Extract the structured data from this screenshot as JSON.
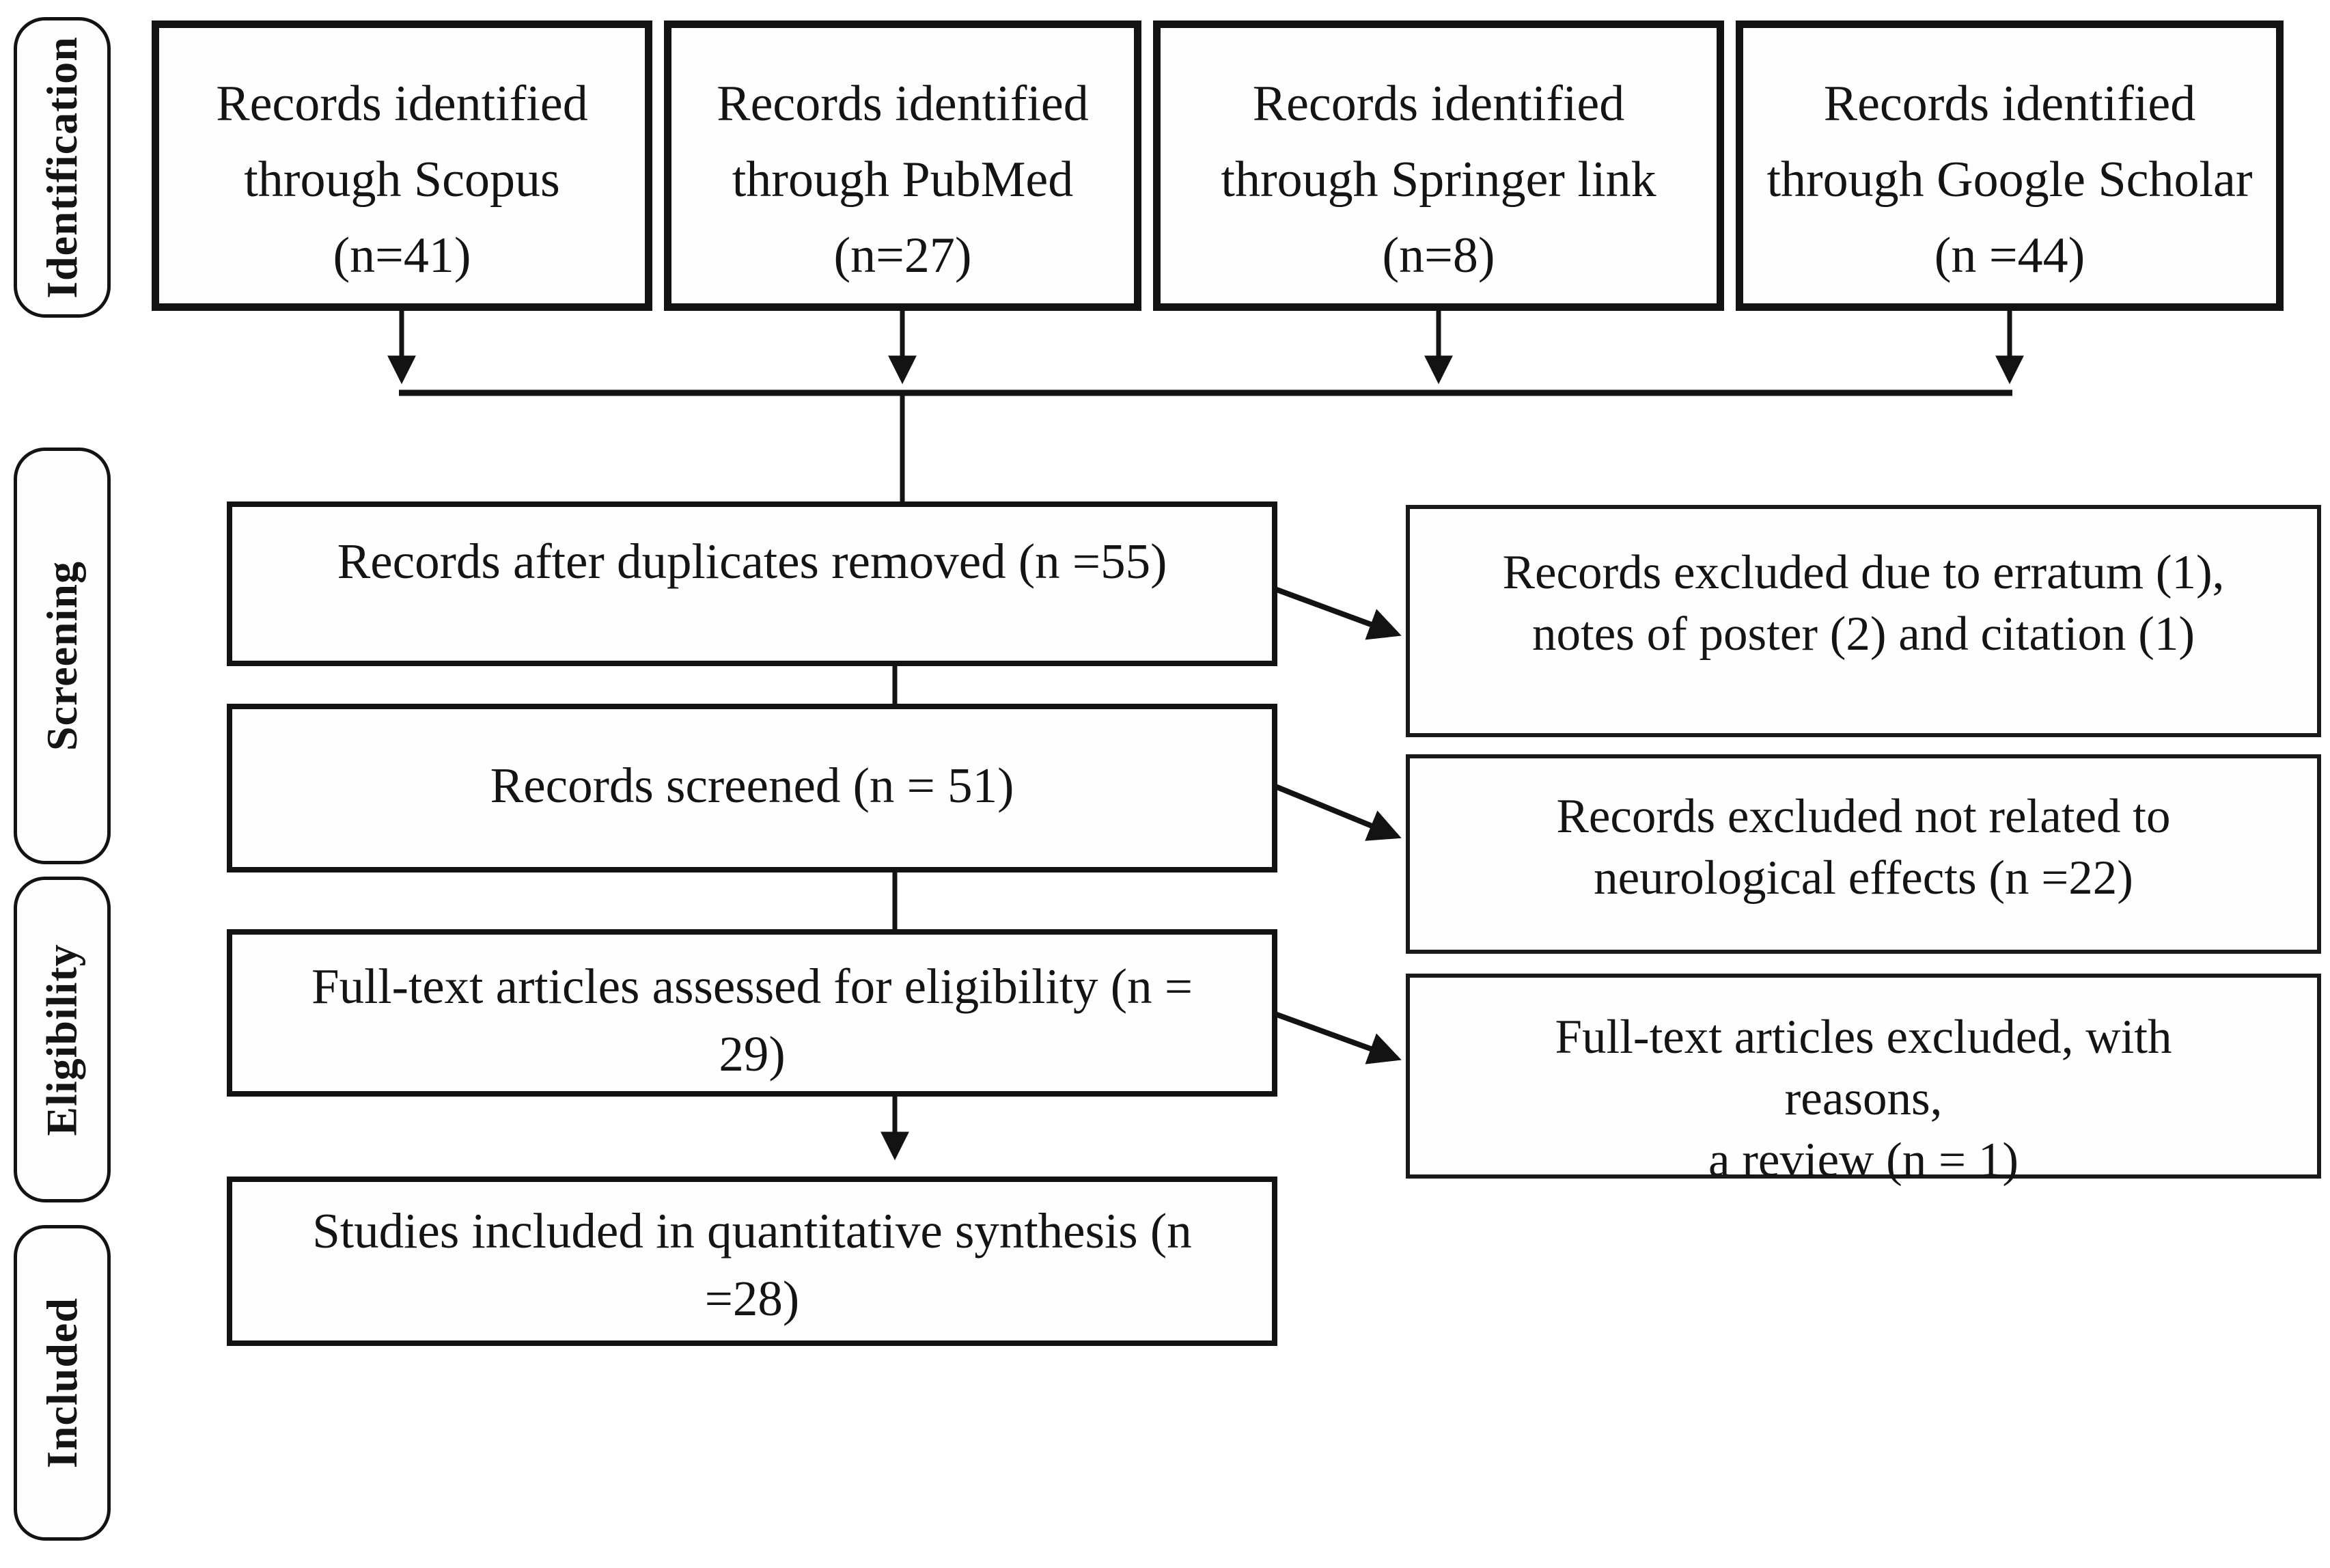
{
  "stages": [
    {
      "label": "Identification"
    },
    {
      "label": "Screening"
    },
    {
      "label": "Eligibility"
    },
    {
      "label": "Included"
    }
  ],
  "sources": {
    "boxes": [
      {
        "id": "scopus",
        "label": "Records identified through Scopus (n=41)",
        "lines": [
          "Records identified",
          "through Scopus",
          "(n=41)"
        ],
        "n": "41"
      },
      {
        "id": "pubmed",
        "label": "Records identified through PubMed (n=27)",
        "lines": [
          "Records identified",
          "through PubMed",
          "(n=27)"
        ],
        "n": "27"
      },
      {
        "id": "springer-link",
        "label": "Records identified through Springer link (n=8)",
        "lines": [
          "Records identified",
          "through Springer link",
          "(n=8)"
        ],
        "n": "8"
      },
      {
        "id": "google-scholar",
        "label": "Records identified through Google Scholar (n =44)",
        "lines": [
          "Records identified",
          "through Google Scholar",
          "(n =44)"
        ],
        "n": "44"
      }
    ]
  },
  "flow": {
    "boxes": [
      {
        "id": "duplicates-removed",
        "label": "Records after duplicates removed (n =55)",
        "lines": [
          "Records after duplicates removed (n =55)"
        ],
        "n": "55"
      },
      {
        "id": "records-screened",
        "label": "Records screened (n = 51)",
        "lines": [
          "Records screened (n = 51)"
        ],
        "n": "51"
      },
      {
        "id": "fulltext-assessed",
        "label": "Full-text articles assessed for eligibility (n = 29)",
        "lines": [
          "Full-text articles assessed for eligibility (n =",
          "29)"
        ],
        "n": "29"
      },
      {
        "id": "studies-included",
        "label": "Studies included in quantitative synthesis (n =28)",
        "lines": [
          "Studies included in quantitative synthesis (n",
          "=28)"
        ],
        "n": "28"
      }
    ]
  },
  "exclusions": {
    "boxes": [
      {
        "id": "erratum-poster-citation",
        "label": "Records excluded due to erratum (1), notes of poster (2) and citation (1)",
        "lines": [
          "Records excluded due to erratum (1),",
          "notes of poster (2) and citation (1)"
        ]
      },
      {
        "id": "not-neurological",
        "label": "Records excluded not related to neurological effects (n =22)",
        "lines": [
          "Records excluded not related to",
          "neurological effects (n =22)"
        ],
        "n": "22"
      },
      {
        "id": "fulltext-excluded",
        "label": "Full-text articles excluded, with reasons, a review (n = 1)",
        "lines": [
          "Full-text articles excluded,  with",
          "reasons,",
          "a review  (n = 1)"
        ],
        "n": "1"
      }
    ]
  },
  "colors": {
    "box_border": "#131313",
    "text": "#141414",
    "background": "#ffffff"
  }
}
